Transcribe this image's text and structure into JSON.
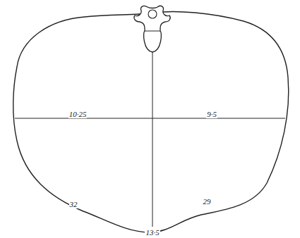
{
  "diagram": {
    "labels": [
      "10·25",
      "9·5",
      "32",
      "29",
      "13·5"
    ]
  }
}
